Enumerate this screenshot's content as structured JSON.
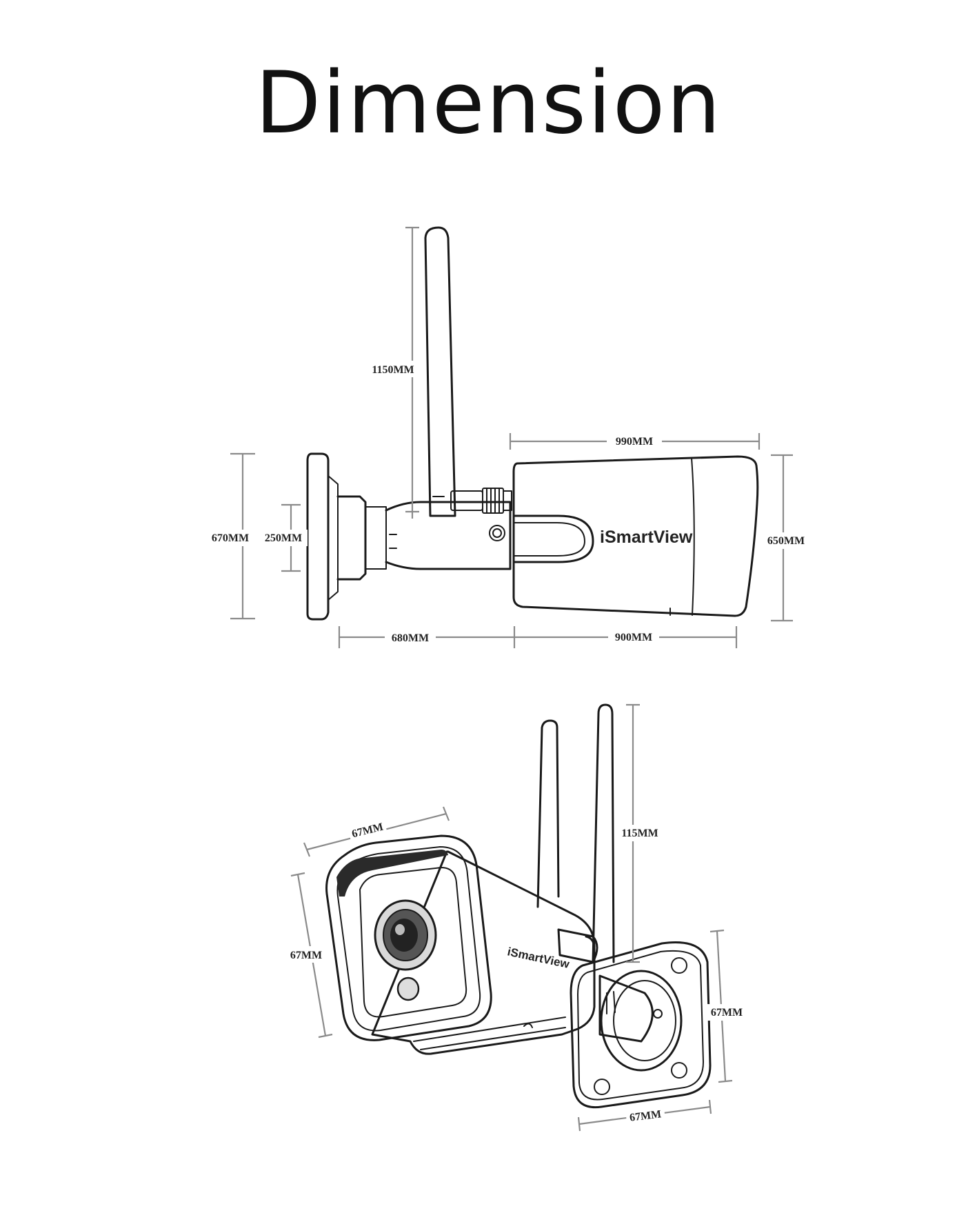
{
  "title": "Dimension",
  "brand": "iSmartView",
  "side_view_labels": {
    "antenna_height": "1150MM",
    "body_length_top": "990MM",
    "mount_height": "670MM",
    "arm_height": "250MM",
    "body_height": "650MM",
    "arm_length": "680MM",
    "body_length_bottom": "900MM"
  },
  "perspective_labels": {
    "front_width": "67MM",
    "front_height": "67MM",
    "antenna_height": "115MM",
    "base_height": "67MM",
    "base_width": "67MM"
  }
}
